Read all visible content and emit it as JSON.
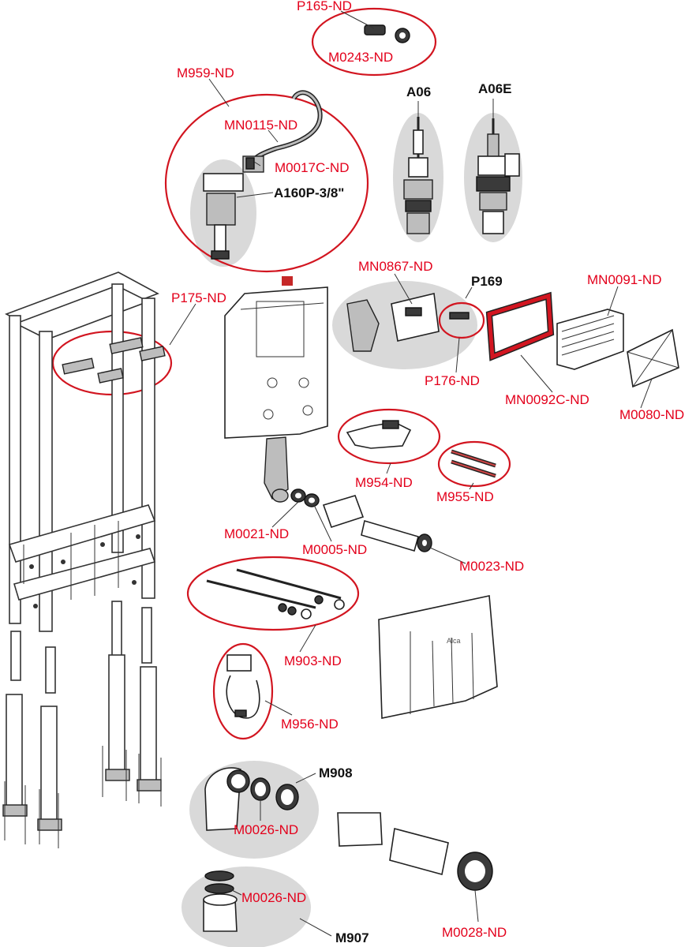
{
  "callouts": {
    "p165": "P165-ND",
    "m0243": "M0243-ND",
    "m959": "M959-ND",
    "mn0115": "MN0115-ND",
    "m0017c": "M0017C-ND",
    "a160p": "A160P-3/8\"",
    "a06": "A06",
    "a06e": "A06E",
    "mn0867": "MN0867-ND",
    "p169": "P169",
    "mn0091": "MN0091-ND",
    "p175": "P175-ND",
    "p176": "P176-ND",
    "mn0092c": "MN0092C-ND",
    "m0080": "M0080-ND",
    "m954": "M954-ND",
    "m955": "M955-ND",
    "m0021": "M0021-ND",
    "m0005": "M0005-ND",
    "m0023": "M0023-ND",
    "m903": "M903-ND",
    "m956": "M956-ND",
    "m908": "M908",
    "m0026a": "M0026-ND",
    "m0026b": "M0026-ND",
    "m907": "M907",
    "m0028": "M0028-ND"
  },
  "tank_brand": "Alca",
  "colors": {
    "label_red": "#e3001b",
    "label_black": "#111111",
    "ring_red": "#d21520",
    "bubble_gray": "#d9d9d9"
  }
}
